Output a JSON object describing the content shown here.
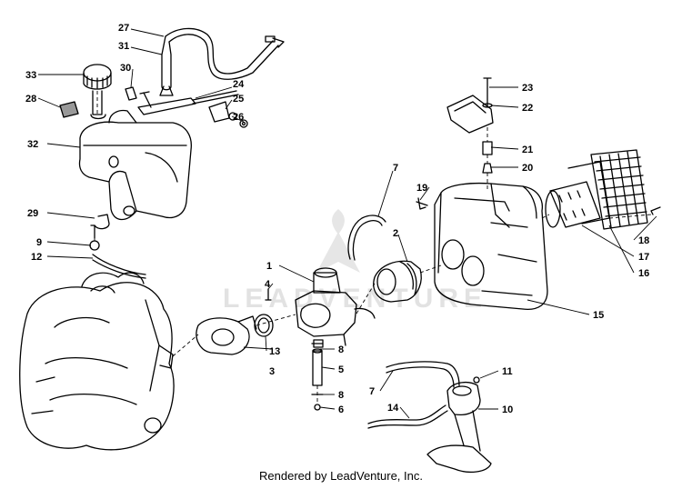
{
  "watermark": {
    "text": "LEADVENTURE"
  },
  "footer": {
    "text": "Rendered by LeadVenture, Inc."
  },
  "callouts": [
    {
      "n": "1"
    },
    {
      "n": "2"
    },
    {
      "n": "3"
    },
    {
      "n": "4"
    },
    {
      "n": "5"
    },
    {
      "n": "6"
    },
    {
      "n": "7"
    },
    {
      "n": "7"
    },
    {
      "n": "8"
    },
    {
      "n": "8"
    },
    {
      "n": "9"
    },
    {
      "n": "10"
    },
    {
      "n": "11"
    },
    {
      "n": "12"
    },
    {
      "n": "13"
    },
    {
      "n": "14"
    },
    {
      "n": "15"
    },
    {
      "n": "16"
    },
    {
      "n": "17"
    },
    {
      "n": "18"
    },
    {
      "n": "19"
    },
    {
      "n": "20"
    },
    {
      "n": "21"
    },
    {
      "n": "22"
    },
    {
      "n": "23"
    },
    {
      "n": "24"
    },
    {
      "n": "25"
    },
    {
      "n": "26"
    },
    {
      "n": "27"
    },
    {
      "n": "28"
    },
    {
      "n": "29"
    },
    {
      "n": "30"
    },
    {
      "n": "31"
    },
    {
      "n": "32"
    },
    {
      "n": "33"
    }
  ]
}
